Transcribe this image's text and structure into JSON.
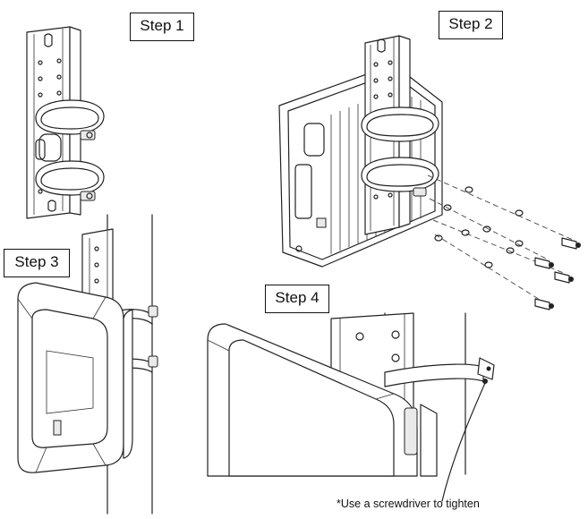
{
  "steps": [
    {
      "label": "Step 1"
    },
    {
      "label": "Step 2"
    },
    {
      "label": "Step 3"
    },
    {
      "label": "Step 4"
    }
  ],
  "note": "*Use a screwdriver to tighten"
}
